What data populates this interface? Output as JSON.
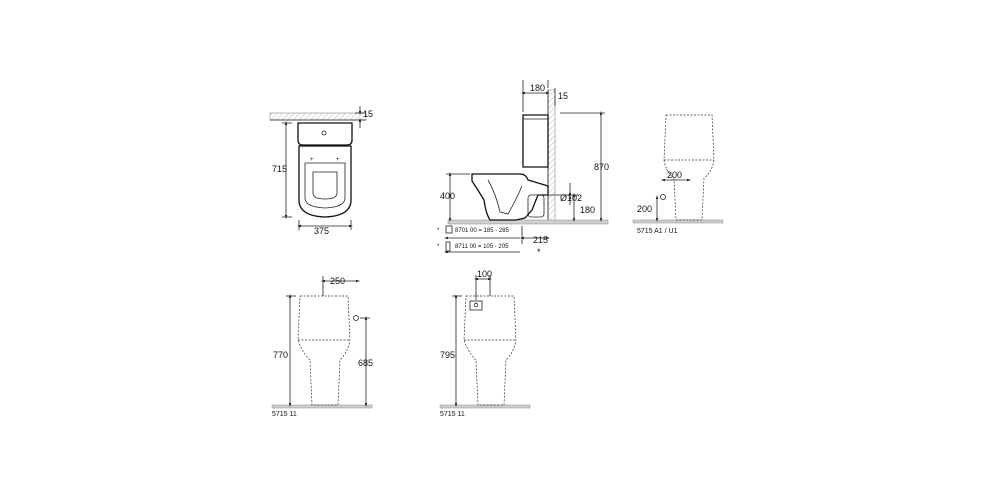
{
  "views": {
    "top": {
      "dim_width": "375",
      "dim_depth": "715",
      "dim_wall_gap": "15"
    },
    "side": {
      "dim_tank_depth": "180",
      "dim_wall_gap": "15",
      "dim_total_height": "870",
      "dim_seat_height": "400",
      "dim_outlet_diameter": "Ø102",
      "dim_outlet_height": "180",
      "dim_outlet_offset": "215",
      "connector_1": "8701 00 = 185 - 285",
      "connector_2": "8711 00 = 105 - 205",
      "asterisk": "*"
    },
    "front_right": {
      "dim_h": "200",
      "dim_v": "200",
      "model": "5715 A1 / U1"
    },
    "front_left": {
      "dim_offset": "250",
      "dim_total": "770",
      "dim_inlet": "685",
      "model": "5715 11"
    },
    "front_mid": {
      "dim_offset": "100",
      "dim_total": "795",
      "model": "5715 11"
    }
  }
}
